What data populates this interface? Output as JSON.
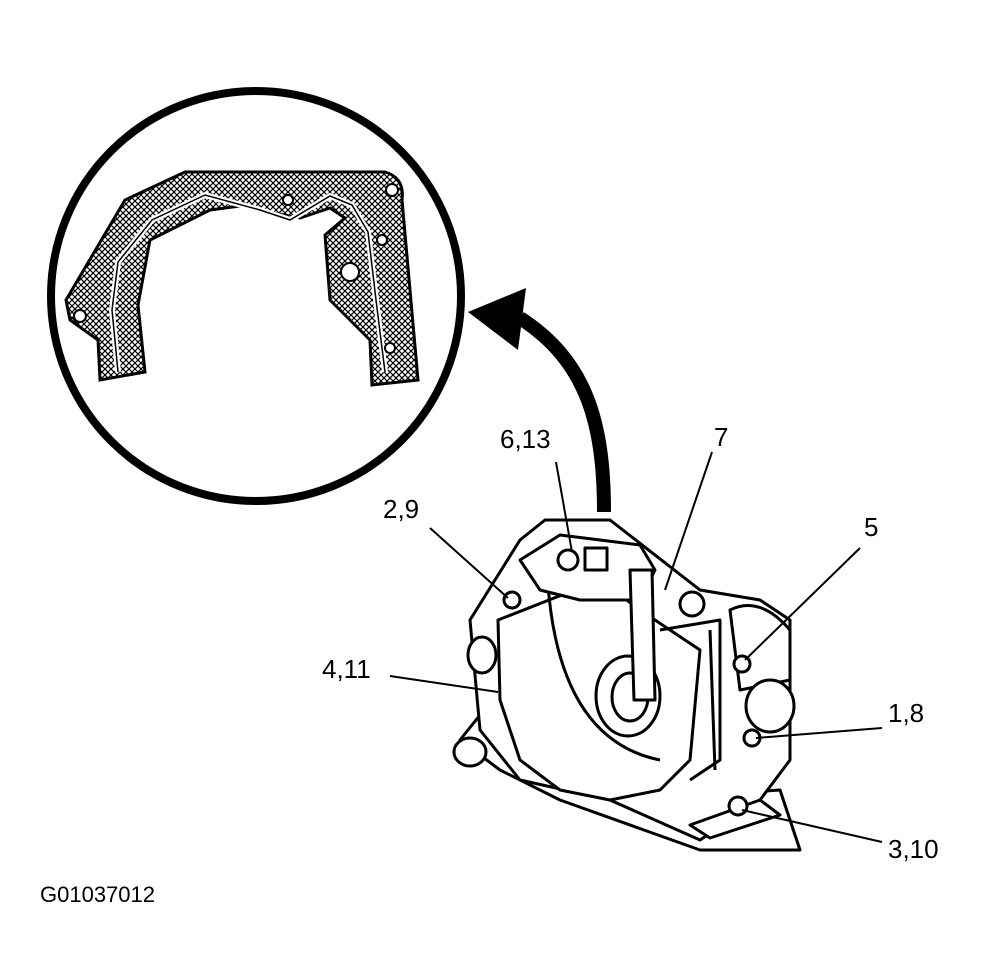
{
  "figure_id": "G01037012",
  "callouts": [
    {
      "id": "c-6-13",
      "label": "6,13"
    },
    {
      "id": "c-7",
      "label": "7"
    },
    {
      "id": "c-2-9",
      "label": "2,9"
    },
    {
      "id": "c-5",
      "label": "5"
    },
    {
      "id": "c-4-11",
      "label": "4,11"
    },
    {
      "id": "c-1-8",
      "label": "1,8"
    },
    {
      "id": "c-3-10",
      "label": "3,10"
    }
  ],
  "colors": {
    "ink": "#000000",
    "paper": "#ffffff"
  }
}
